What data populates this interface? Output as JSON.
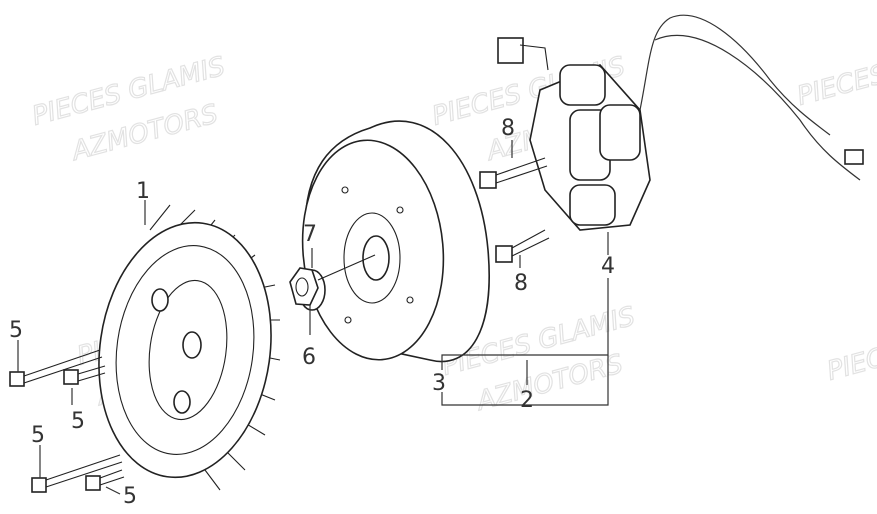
{
  "watermark": {
    "line1": "PIECES GLAMIS",
    "line2": "AZMOTORS"
  },
  "callouts": {
    "flywheel_fan": "1",
    "assembly": "2",
    "rotor": "3",
    "stator": "4",
    "bolt_5a": "5",
    "bolt_5b": "5",
    "bolt_5c": "5",
    "bolt_5d": "5",
    "washer": "6",
    "nut": "7",
    "bolt_8a": "8",
    "bolt_8b": "8"
  }
}
